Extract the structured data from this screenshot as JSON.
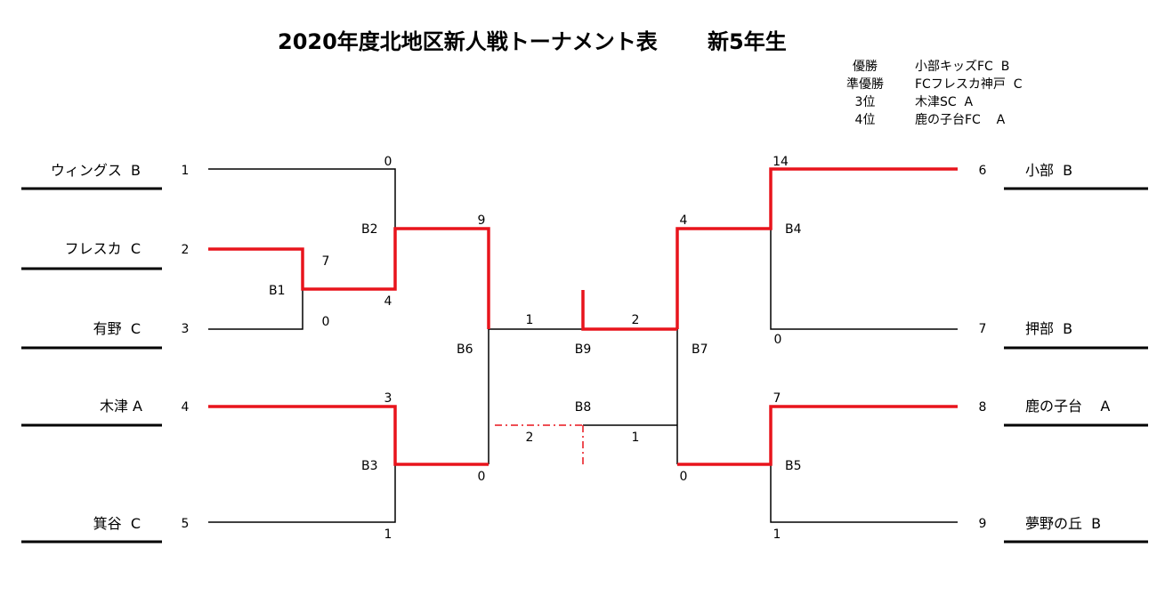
{
  "title": {
    "main": "2020年度北地区新人戦トーナメント表",
    "grade": "新5年生"
  },
  "results": [
    {
      "rank": "優勝",
      "team": "小部キッズFC  B"
    },
    {
      "rank": "準優勝",
      "team": "FCフレスカ神戸  C"
    },
    {
      "rank": "3位",
      "team": "木津SC  A"
    },
    {
      "rank": "4位",
      "team": "鹿の子台FC    A"
    }
  ],
  "teams": {
    "left": [
      {
        "name": "ウィングス  B",
        "seed": "1"
      },
      {
        "name": "フレスカ  C",
        "seed": "2"
      },
      {
        "name": "有野  C",
        "seed": "3"
      },
      {
        "name": "木津 A",
        "seed": "4"
      },
      {
        "name": "箕谷  C",
        "seed": "5"
      }
    ],
    "right": [
      {
        "name": "小部  B",
        "seed": "6"
      },
      {
        "name": "押部  B",
        "seed": "7"
      },
      {
        "name": "鹿の子台    A",
        "seed": "8"
      },
      {
        "name": "夢野の丘  B",
        "seed": "9"
      }
    ]
  },
  "matches": {
    "B1": {
      "label": "B1",
      "score_top": "7",
      "score_bottom": "0"
    },
    "B2": {
      "label": "B2",
      "score_top": "0",
      "score_bottom": "4"
    },
    "B3": {
      "label": "B3",
      "score_top": "3",
      "score_bottom": "1"
    },
    "B4": {
      "label": "B4",
      "score_top": "14",
      "score_bottom": "0"
    },
    "B5": {
      "label": "B5",
      "score_top": "7",
      "score_bottom": "1"
    },
    "B6": {
      "label": "B6",
      "score_top": "9",
      "score_bottom": "0"
    },
    "B7": {
      "label": "B7",
      "score_top": "4",
      "score_bottom": "0"
    },
    "B8": {
      "label": "B8",
      "score_left": "2",
      "score_right": "1"
    },
    "B9": {
      "label": "B9",
      "score_left": "1",
      "score_right": "2"
    }
  },
  "colors": {
    "winner": "#e8141c",
    "line": "#000000"
  }
}
